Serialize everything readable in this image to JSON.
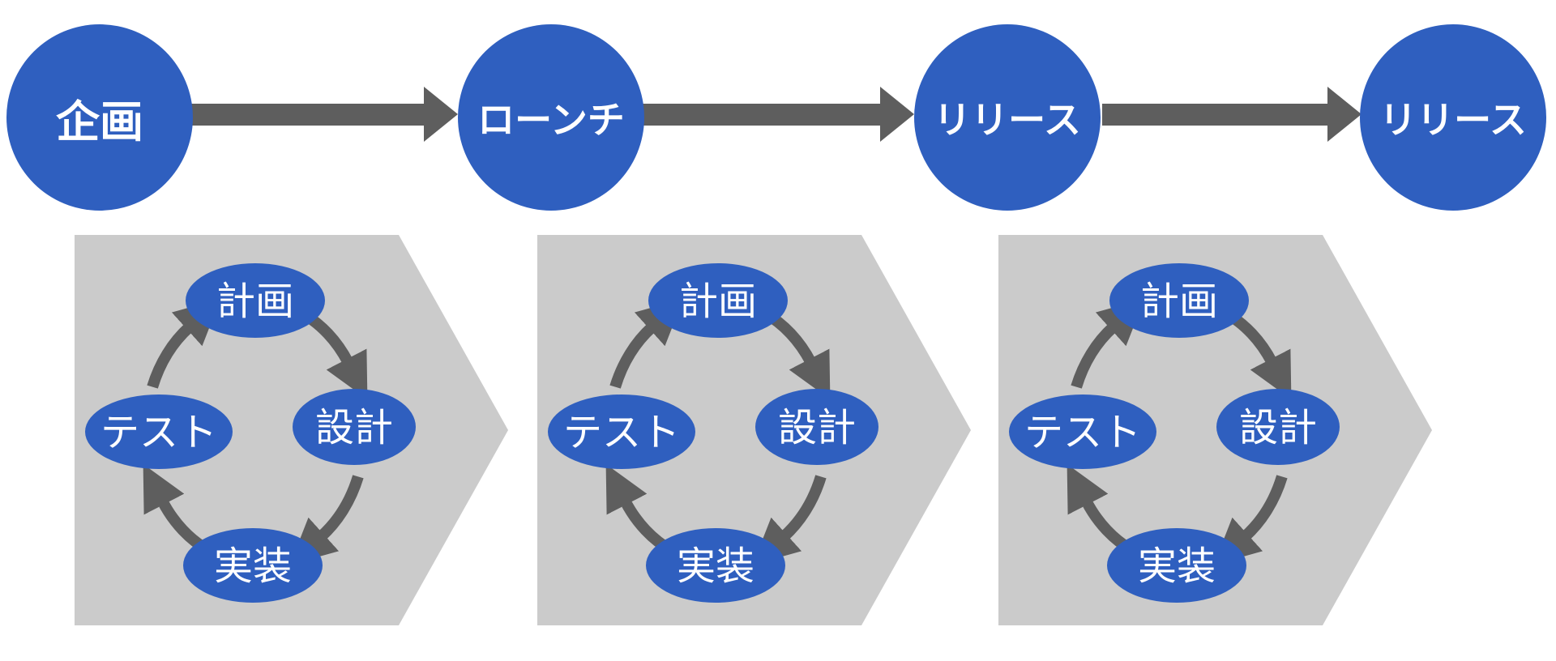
{
  "diagram_title": "",
  "top_flow": {
    "steps": [
      {
        "label": "企画"
      },
      {
        "label": "ローンチ"
      },
      {
        "label": "リリース"
      },
      {
        "label": "リリース"
      }
    ],
    "arrow_count": 3
  },
  "cycles": [
    {
      "top": "計画",
      "right": "設計",
      "bottom": "実装",
      "left": "テスト"
    },
    {
      "top": "計画",
      "right": "設計",
      "bottom": "実装",
      "left": "テスト"
    },
    {
      "top": "計画",
      "right": "設計",
      "bottom": "実装",
      "left": "テスト"
    }
  ],
  "colors": {
    "node_blue": "#2F5FBF",
    "arrow_gray": "#5E5E5E",
    "chevron_gray": "#CBCBCB",
    "label_white": "#FFFFFF",
    "background": "#FFFFFF"
  }
}
